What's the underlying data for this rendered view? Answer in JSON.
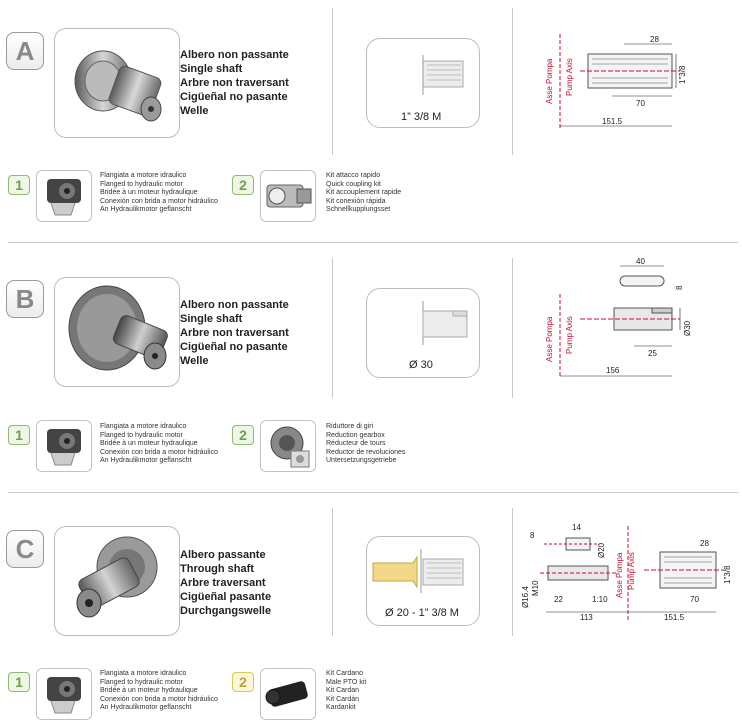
{
  "sections": {
    "a": {
      "letter": "A",
      "titles": [
        "Albero non passante",
        "Single shaft",
        "Arbre non traversant",
        "Cigüeñal no pasante",
        "Welle"
      ],
      "shaft_label": "1” 3/8 M",
      "drawing": {
        "axis_it": "Asse Pompa",
        "axis_en": "Pump Axis",
        "d_top": "28",
        "d_side": "1\"3/8",
        "d_mid": "70",
        "d_total": "151.5"
      },
      "acc1": {
        "num": "1",
        "lines": [
          "Flangiata a motore idraulico",
          "Flanged to hydraulic motor",
          "Bridée à un moteur hydraulique",
          "Conexión con brida a motor hidráulico",
          "An Hydraulikmotor geflanscht"
        ]
      },
      "acc2": {
        "num": "2",
        "lines": [
          "Kit attacco rapido",
          "Quick coupling kit",
          "Kit accouplement rapide",
          "Kit conexión rápida",
          "Schnellkupplungsset"
        ]
      }
    },
    "b": {
      "letter": "B",
      "titles": [
        "Albero non passante",
        "Single shaft",
        "Arbre non traversant",
        "Cigüeñal no pasante",
        "Welle"
      ],
      "shaft_label": "Ø 30",
      "drawing": {
        "axis_it": "Asse Pompa",
        "axis_en": "Pump Axis",
        "d_top": "40",
        "d_key": "8",
        "d_dia": "Ø30",
        "d_small": "25",
        "d_total": "156"
      },
      "acc1": {
        "num": "1",
        "lines": [
          "Flangiata a motore idraulico",
          "Flanged to hydraulic motor",
          "Bridée à un moteur hydraulique",
          "Conexión con brida a motor hidráulico",
          "An Hydraulikmotor geflanscht"
        ]
      },
      "acc2": {
        "num": "2",
        "lines": [
          "Riduttore di giri",
          "Reduction gearbox",
          "Réducteur de tours",
          "Reductor de revoluciones",
          "Untersetzungsgetriebe"
        ]
      }
    },
    "c": {
      "letter": "C",
      "titles": [
        "Albero passante",
        "Through shaft",
        "Arbre traversant",
        "Cigüeñal pasante",
        "Durchgangswelle"
      ],
      "shaft_label": "Ø 20 - 1” 3/8 M",
      "drawing": {
        "axis_it": "Asse Pompa",
        "axis_en": "Pump Axis",
        "d_8": "8",
        "d_14": "14",
        "d_20": "Ø20",
        "d_164": "Ø16.4",
        "d_m10": "M10",
        "d_22": "22",
        "d_taper": "1:10",
        "d_113": "113",
        "d_28": "28",
        "d_side": "1\"3/8",
        "d_70": "70",
        "d_1515": "151.5"
      },
      "acc1": {
        "num": "1",
        "lines": [
          "Flangiata a motore idraulico",
          "Flanged to hydraulic motor",
          "Bridée à un moteur hydraulique",
          "Conexión con brida a motor hidráulico",
          "An Hydraulikmotor geflanscht"
        ]
      },
      "acc2": {
        "num": "2",
        "lines": [
          "Kit Cardano",
          "Male PTO kit",
          "Kit Cardan",
          "Kit Cardán",
          "Kardankit"
        ]
      }
    }
  },
  "colors": {
    "divider": "#c9c9c9",
    "accent_red": "#c8102e",
    "badge_green": "#8fba72",
    "badge_yellow": "#d9c85a"
  }
}
